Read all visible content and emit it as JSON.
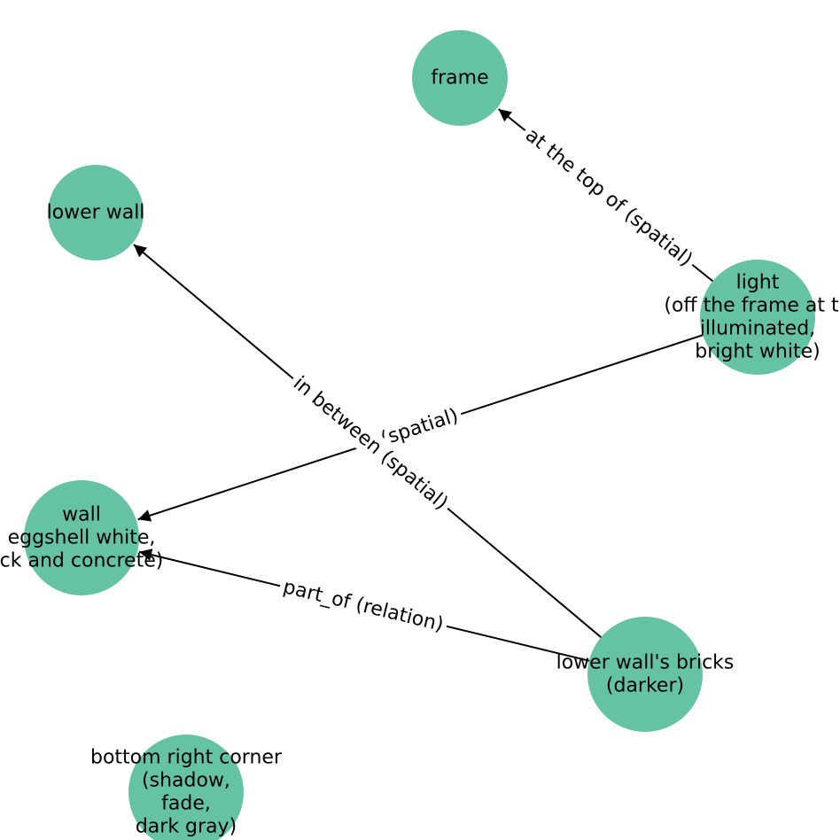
{
  "colors": {
    "node_fill": "#66c2a5",
    "edge": "#000000",
    "text": "#000000",
    "background": "#ffffff"
  },
  "nodes": [
    {
      "id": "frame",
      "lines": [
        "frame"
      ]
    },
    {
      "id": "lower-wall",
      "lines": [
        "lower wall"
      ]
    },
    {
      "id": "light",
      "lines": [
        "light",
        "(off the frame at th",
        "illuminated,",
        "bright white)"
      ]
    },
    {
      "id": "wall",
      "lines": [
        "wall",
        "eggshell white,",
        "ck and concrete)"
      ]
    },
    {
      "id": "lower-wall-bricks",
      "lines": [
        "lower wall's bricks",
        "(darker)"
      ]
    },
    {
      "id": "bottom-right-corner",
      "lines": [
        "bottom right corner",
        "(shadow,",
        "fade,",
        "dark gray)"
      ]
    }
  ],
  "edges": [
    {
      "id": "light-to-frame",
      "source": "light",
      "target": "frame",
      "label": "at the top of (spatial)"
    },
    {
      "id": "light-to-wall",
      "source": "light",
      "target": "wall",
      "label": "(spatial)"
    },
    {
      "id": "bricks-to-lower-wall",
      "source": "lower-wall-bricks",
      "target": "lower-wall",
      "label": "in between (spatial)"
    },
    {
      "id": "bricks-to-wall",
      "source": "lower-wall-bricks",
      "target": "wall",
      "label": "part_of (relation)"
    }
  ]
}
